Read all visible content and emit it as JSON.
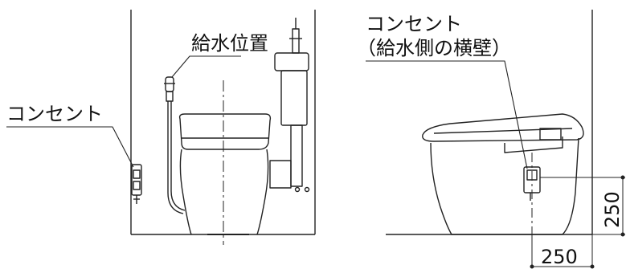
{
  "labels": {
    "outlet_left": "コンセント",
    "water_supply_position": "給水位置",
    "outlet_right_line1": "コンセント",
    "outlet_right_line2": "（給水側の横壁）"
  },
  "dimensions": {
    "horizontal": "250",
    "vertical": "250"
  }
}
